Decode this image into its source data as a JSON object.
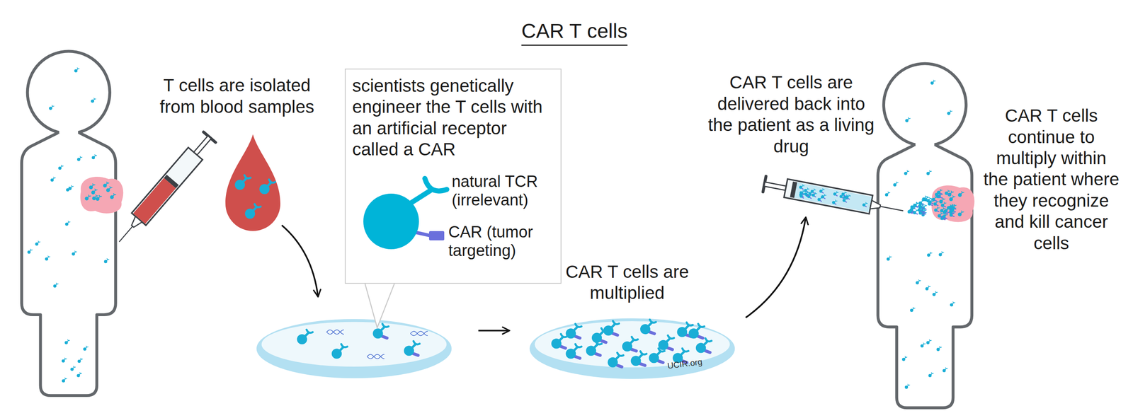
{
  "diagram": {
    "title": "CAR T cells",
    "nodes": [
      {
        "text": [
          "scientists genetically engineer the T cells with an artificial receptor called a CAR",
          "natural TCR (irrelevant)",
          "CAR (tumor targeting)"
        ]
      }
    ],
    "labels": [
      "T cells are isolated from blood samples",
      "CAR T cells are multiplied",
      "CAR T cells are delivered back into the patient as a living drug",
      "CAR T cells continue to multiply within the patient where they recognize and kill cancer cells",
      "UCIR.org"
    ]
  }
}
